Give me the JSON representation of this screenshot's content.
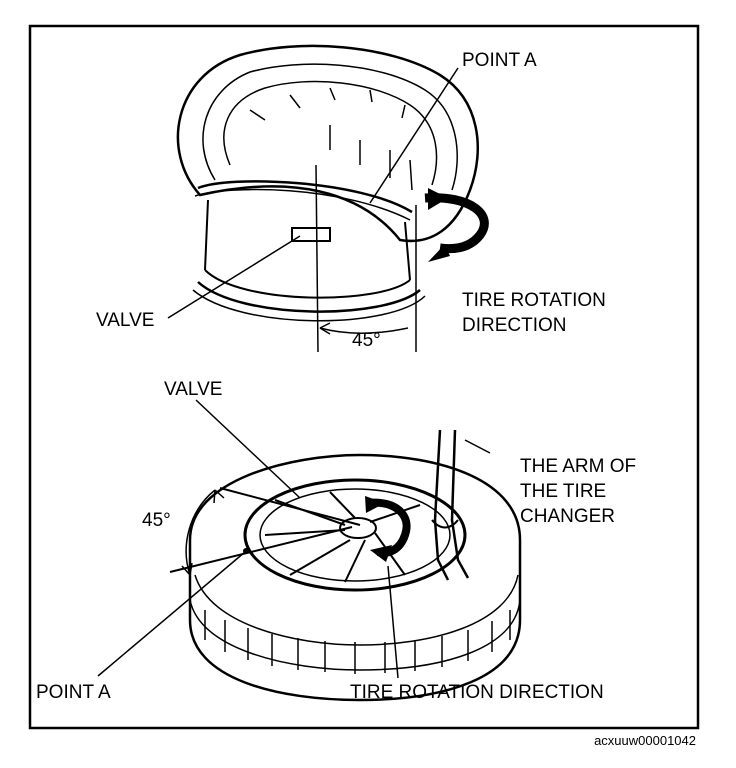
{
  "top_figure": {
    "point_label": "POINT A",
    "valve_label": "VALVE",
    "rotation_line1": "TIRE ROTATION",
    "rotation_line2": "DIRECTION",
    "angle_label": "45°"
  },
  "bottom_figure": {
    "valve_label": "VALVE",
    "arm_line1": "THE ARM OF",
    "arm_line2": "THE TIRE",
    "arm_line3": "CHANGER",
    "angle_label": "45°",
    "point_label": "POINT A",
    "rotation_label": "TIRE ROTATION DIRECTION"
  },
  "figure_code": "acxuuw00001042"
}
